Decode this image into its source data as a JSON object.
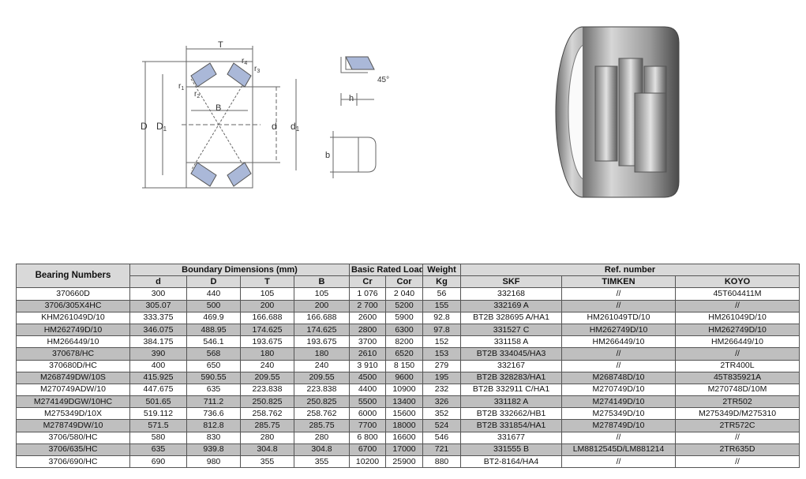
{
  "diagram": {
    "labels": {
      "T": "T",
      "r4": "r",
      "r4_sub": "4",
      "r3": "r",
      "r3_sub": "3",
      "r1": "r",
      "r1_sub": "1",
      "r2": "r",
      "r2_sub": "2",
      "B": "B",
      "D": "D",
      "D1": "D",
      "D1_sub": "1",
      "d": "d",
      "d1": "d",
      "d1_sub": "1",
      "angle": "45°",
      "h": "h",
      "b": "b"
    },
    "colors": {
      "roller": "#aab8d8",
      "line": "#555555"
    }
  },
  "table": {
    "header": {
      "bearing_numbers": "Bearing Numbers",
      "boundary_dimensions": "Boundary Dimensions (mm)",
      "basic_rated_load": "Basic Rated Load（KN",
      "weight": "Weight",
      "ref_number": "Ref. number",
      "cols": [
        "d",
        "D",
        "T",
        "B",
        "Cr",
        "Cor",
        "Kg",
        "SKF",
        "TIMKEN",
        "KOYO"
      ]
    },
    "rows": [
      [
        "370660D",
        "300",
        "440",
        "105",
        "105",
        "1 076",
        "2 040",
        "56",
        "332168",
        "//",
        "45T604411M"
      ],
      [
        "3706/305X4HC",
        "305.07",
        "500",
        "200",
        "200",
        "2 700",
        "5200",
        "155",
        "332169 A",
        "//",
        "//"
      ],
      [
        "KHM261049D/10",
        "333.375",
        "469.9",
        "166.688",
        "166.688",
        "2600",
        "5900",
        "92.8",
        "BT2B 328695 A/HA1",
        "HM261049TD/10",
        "HM261049D/10"
      ],
      [
        "HM262749D/10",
        "346.075",
        "488.95",
        "174.625",
        "174.625",
        "2800",
        "6300",
        "97.8",
        "331527 C",
        "HM262749D/10",
        "HM262749D/10"
      ],
      [
        "HM266449/10",
        "384.175",
        "546.1",
        "193.675",
        "193.675",
        "3700",
        "8200",
        "152",
        "331158 A",
        "HM266449/10",
        "HM266449/10"
      ],
      [
        "370678/HC",
        "390",
        "568",
        "180",
        "180",
        "2610",
        "6520",
        "153",
        "BT2B 334045/HA3",
        "//",
        "//"
      ],
      [
        "370680D/HC",
        "400",
        "650",
        "240",
        "240",
        "3 910",
        "8 150",
        "279",
        "332167",
        "//",
        "2TR400L"
      ],
      [
        "M268749DW/10S",
        "415.925",
        "590.55",
        "209.55",
        "209.55",
        "4500",
        "9600",
        "195",
        "BT2B 328283/HA1",
        "M268748D/10",
        "45T835921A"
      ],
      [
        "M270749ADW/10",
        "447.675",
        "635",
        "223.838",
        "223.838",
        "4400",
        "10900",
        "232",
        "BT2B 332911 C/HA1",
        "M270749D/10",
        "M270748D/10M"
      ],
      [
        "M274149DGW/10HC",
        "501.65",
        "711.2",
        "250.825",
        "250.825",
        "5500",
        "13400",
        "326",
        "331182 A",
        "M274149D/10",
        "2TR502"
      ],
      [
        "M275349D/10X",
        "519.112",
        "736.6",
        "258.762",
        "258.762",
        "6000",
        "15600",
        "352",
        "BT2B 332662/HB1",
        "M275349D/10",
        "M275349D/M275310"
      ],
      [
        "M278749DW/10",
        "571.5",
        "812.8",
        "285.75",
        "285.75",
        "7700",
        "18000",
        "524",
        "BT2B 331854/HA1",
        "M278749D/10",
        "2TR572C"
      ],
      [
        "3706/580/HC",
        "580",
        "830",
        "280",
        "280",
        "6 800",
        "16600",
        "546",
        "331677",
        "//",
        "//"
      ],
      [
        "3706/635/HC",
        "635",
        "939.8",
        "304.8",
        "304.8",
        "6700",
        "17000",
        "721",
        "331555 B",
        "LM8812545D/LM881214",
        "2TR635D"
      ],
      [
        "3706/690/HC",
        "690",
        "980",
        "355",
        "355",
        "10200",
        "25900",
        "880",
        "BT2-8164/HA4",
        "//",
        "//"
      ]
    ]
  }
}
